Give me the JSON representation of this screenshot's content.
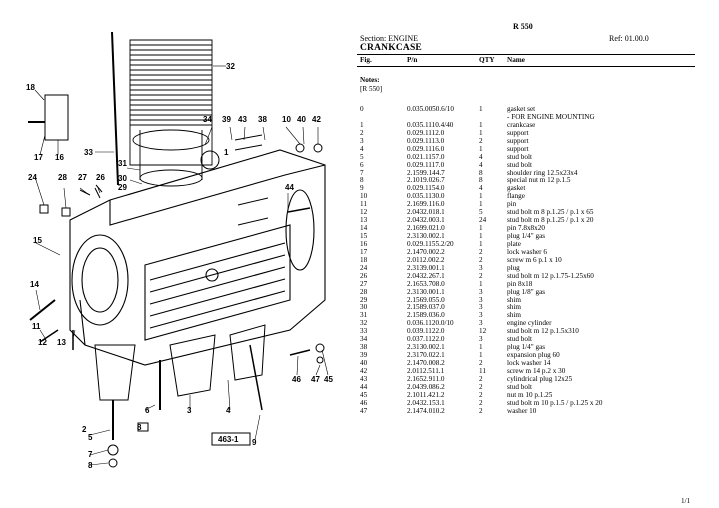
{
  "drawing": {
    "frame_label": "463-1",
    "callouts": [
      "1",
      "2",
      "3",
      "4",
      "5",
      "6",
      "7",
      "8",
      "9",
      "10",
      "11",
      "12",
      "13",
      "14",
      "15",
      "16",
      "17",
      "18",
      "24",
      "26",
      "27",
      "28",
      "29",
      "30",
      "31",
      "32",
      "33",
      "34",
      "38",
      "39",
      "40",
      "42",
      "43",
      "44",
      "45",
      "46",
      "47"
    ]
  },
  "header": {
    "model": "R 550",
    "section": "Section: ENGINE",
    "ref": "Ref: 01.00.0",
    "title": "CRANKCASE"
  },
  "columns": {
    "fig": "Fig.",
    "pn": "P/n",
    "qty": "QTY",
    "name": "Name"
  },
  "notes": {
    "label": "Notes:",
    "value": "[R 550]"
  },
  "rows": [
    {
      "fig": "0",
      "pn": "0.035.0050.6/10",
      "qty": "1",
      "name": "gasket set"
    },
    {
      "fig": "",
      "pn": "",
      "qty": "",
      "name": "- FOR ENGINE MOUNTING"
    },
    {
      "fig": "1",
      "pn": "0.035.1110.4/40",
      "qty": "1",
      "name": "crankcase"
    },
    {
      "fig": "2",
      "pn": "0.029.1112.0",
      "qty": "1",
      "name": "support"
    },
    {
      "fig": "3",
      "pn": "0.029.1113.0",
      "qty": "2",
      "name": "support"
    },
    {
      "fig": "4",
      "pn": "0.029.1116.0",
      "qty": "1",
      "name": "support"
    },
    {
      "fig": "5",
      "pn": "0.021.1157.0",
      "qty": "4",
      "name": "stud bolt"
    },
    {
      "fig": "6",
      "pn": "0.029.1117.0",
      "qty": "4",
      "name": "stud bolt"
    },
    {
      "fig": "7",
      "pn": "2.1599.144.7",
      "qty": "8",
      "name": "shoulder ring 12.5x23x4"
    },
    {
      "fig": "8",
      "pn": "2.1019.026.7",
      "qty": "8",
      "name": "special nut m 12 p.1.5"
    },
    {
      "fig": "9",
      "pn": "0.029.1154.0",
      "qty": "4",
      "name": "gasket"
    },
    {
      "fig": "10",
      "pn": "0.035.1130.0",
      "qty": "1",
      "name": "flange"
    },
    {
      "fig": "11",
      "pn": "2.1699.116.0",
      "qty": "1",
      "name": "pin"
    },
    {
      "fig": "12",
      "pn": "2.0432.018.1",
      "qty": "5",
      "name": "stud bolt m 8 p.1.25 / p.1 x 65"
    },
    {
      "fig": "13",
      "pn": "2.0432.003.1",
      "qty": "24",
      "name": "stud bolt m 8 p.1.25 / p.1 x 20"
    },
    {
      "fig": "14",
      "pn": "2.1699.021.0",
      "qty": "1",
      "name": "pin 7.8x8x20"
    },
    {
      "fig": "15",
      "pn": "2.3130.002.1",
      "qty": "1",
      "name": "plug 1/4\" gas"
    },
    {
      "fig": "16",
      "pn": "0.029.1155.2/20",
      "qty": "1",
      "name": "plate"
    },
    {
      "fig": "17",
      "pn": "2.1470.002.2",
      "qty": "2",
      "name": "lock washer 6"
    },
    {
      "fig": "18",
      "pn": "2.0112.002.2",
      "qty": "2",
      "name": "screw m 6 p.1 x 10"
    },
    {
      "fig": "24",
      "pn": "2.3139.001.1",
      "qty": "3",
      "name": "plug"
    },
    {
      "fig": "26",
      "pn": "2.0432.267.1",
      "qty": "2",
      "name": "stud bolt m 12 p.1.75-1.25x60"
    },
    {
      "fig": "27",
      "pn": "2.1653.708.0",
      "qty": "1",
      "name": "pin 8x18"
    },
    {
      "fig": "28",
      "pn": "2.3130.001.1",
      "qty": "3",
      "name": "plug 1/8\" gas"
    },
    {
      "fig": "29",
      "pn": "2.1569.055.0",
      "qty": "3",
      "name": "shim"
    },
    {
      "fig": "30",
      "pn": "2.1589.037.0",
      "qty": "3",
      "name": "shim"
    },
    {
      "fig": "31",
      "pn": "2.1589.036.0",
      "qty": "3",
      "name": "shim"
    },
    {
      "fig": "32",
      "pn": "0.036.1120.0/10",
      "qty": "3",
      "name": "engine cylinder"
    },
    {
      "fig": "33",
      "pn": "0.039.1122.0",
      "qty": "12",
      "name": "stud bolt m 12 p.1.5x310"
    },
    {
      "fig": "34",
      "pn": "0.037.1122.0",
      "qty": "3",
      "name": "stud bolt"
    },
    {
      "fig": "38",
      "pn": "2.3130.002.1",
      "qty": "1",
      "name": "plug 1/4\" gas"
    },
    {
      "fig": "39",
      "pn": "2.3170.022.1",
      "qty": "1",
      "name": "expansion plug 60"
    },
    {
      "fig": "40",
      "pn": "2.1470.008.2",
      "qty": "2",
      "name": "lock washer 14"
    },
    {
      "fig": "42",
      "pn": "2.0112.511.1",
      "qty": "11",
      "name": "screw m 14 p.2 x 30"
    },
    {
      "fig": "43",
      "pn": "2.1652.911.0",
      "qty": "2",
      "name": "cylindrical plug 12x25"
    },
    {
      "fig": "44",
      "pn": "2.0439.086.2",
      "qty": "2",
      "name": "stud bolt"
    },
    {
      "fig": "45",
      "pn": "2.1011.421.2",
      "qty": "2",
      "name": "nut m 10 p.1.25"
    },
    {
      "fig": "46",
      "pn": "2.0432.153.1",
      "qty": "2",
      "name": "stud bolt m 10 p.1.5 / p.1.25 x 20"
    },
    {
      "fig": "47",
      "pn": "2.1474.010.2",
      "qty": "2",
      "name": "washer 10"
    }
  ],
  "footer": {
    "page": "1/1"
  }
}
